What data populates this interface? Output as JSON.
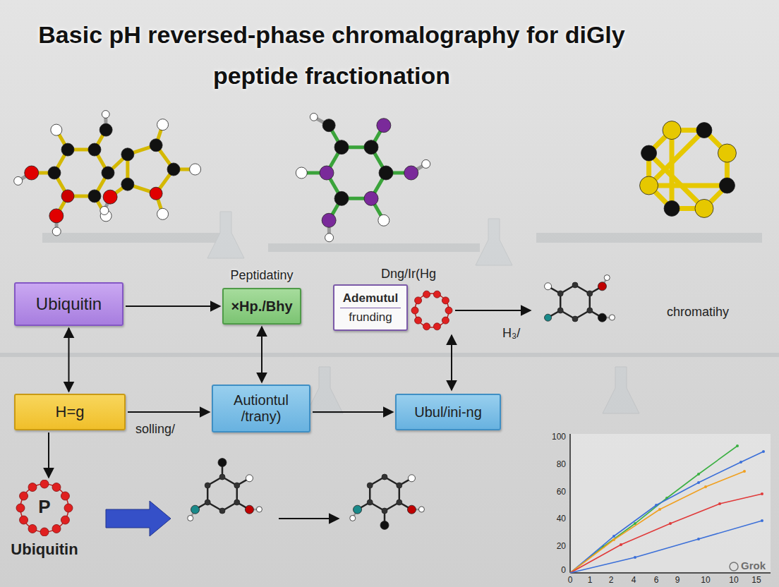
{
  "diagram": {
    "title": "Basic pH reversed-phase chromalography for diGly peptide fractionation",
    "nodes": [
      {
        "text": [
          "Ubiquitin"
        ]
      },
      {
        "text": [
          "Peptidatiny",
          "×Hp./Bhy"
        ]
      },
      {
        "text": [
          "Ademutul",
          "frunding"
        ]
      },
      {
        "text": [
          "H=g"
        ]
      },
      {
        "text": [
          "Autiontul /trany)"
        ]
      },
      {
        "text": [
          "Ubul/ini-ng"
        ]
      },
      {
        "text": [
          "P",
          "Ubiquitin"
        ]
      }
    ],
    "edges": [
      {
        "from": 0,
        "to": 1,
        "arrow": "to"
      },
      {
        "from": 0,
        "to": 3,
        "arrow": "both"
      },
      {
        "from": 1,
        "to": 4,
        "arrow": "both"
      },
      {
        "from": 3,
        "to": 4,
        "arrow": "to"
      },
      {
        "from": 4,
        "to": 5,
        "arrow": "to"
      },
      {
        "from": 3,
        "to": 6,
        "arrow": "to"
      }
    ],
    "labels": [
      "Dng/Ir(Hg",
      "chromatihy",
      "H₃/",
      "solling/",
      "100",
      "80",
      "60",
      "40",
      "20",
      "0",
      "0",
      "1",
      "2",
      "4",
      "6",
      "9",
      "10",
      "10",
      "15",
      "Grok"
    ]
  }
}
